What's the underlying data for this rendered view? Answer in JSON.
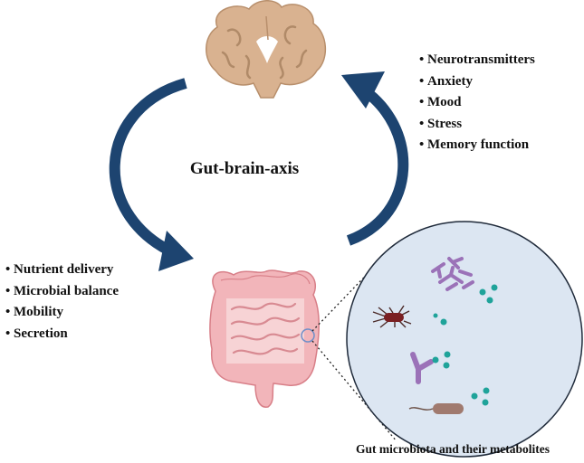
{
  "diagram": {
    "center_label": "Gut-brain-axis",
    "brain_to_gut_items": [
      "Neurotransmitters",
      "Anxiety",
      "Mood",
      "Stress",
      "Memory function"
    ],
    "gut_functions": [
      "Nutrient delivery",
      "Microbial balance",
      "Mobility",
      "Secretion"
    ],
    "microbiota_caption": "Gut microbiota and their metabolites"
  },
  "colors": {
    "arrow": "#1d4470",
    "brain": "#d9b290",
    "gut": "#f0aab0",
    "circle_fill": "#dce6f2",
    "metabolite": "#1fa39a",
    "bacteria_purple": "#9b72b8",
    "bacteria_red": "#7a1f22"
  },
  "icons": [
    "brain-icon",
    "intestine-icon",
    "bacteria-icon",
    "metabolite-dot-icon",
    "loop-arrow-icon"
  ]
}
